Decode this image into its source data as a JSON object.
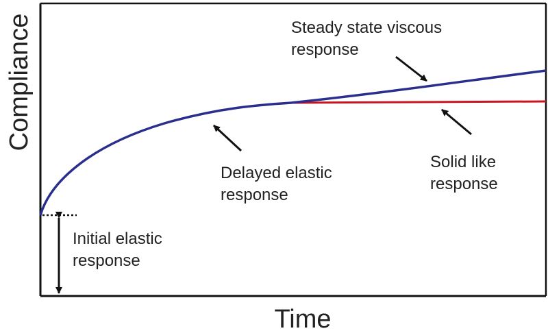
{
  "axes": {
    "y_label": "Compliance",
    "x_label": "Time"
  },
  "annotations": {
    "steady": [
      "Steady state viscous",
      "response"
    ],
    "delayed": [
      "Delayed elastic",
      "response"
    ],
    "solid": [
      "Solid like",
      "response"
    ],
    "initial": [
      "Initial elastic",
      "response"
    ]
  },
  "colors": {
    "blue_curve": "#2a2e8c",
    "red_curve": "#c8141e",
    "axes": "#111111",
    "text": "#222222"
  }
}
